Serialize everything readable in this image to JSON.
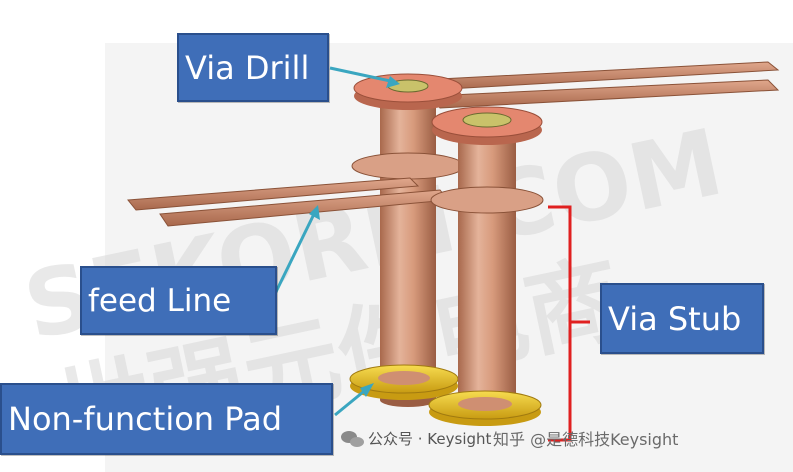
{
  "labels": {
    "via_drill": "Via Drill",
    "feed_line": "feed Line",
    "via_stub": "Via Stub",
    "non_function_pad": "Non-function Pad"
  },
  "watermarks": {
    "background": "SEKORM.COM 世强元件电商",
    "wechat_account": "公众号 · Keysight",
    "zhihu_account": "知乎 @是德科技Keysight"
  },
  "colors": {
    "callout_fill": "#3f6eb8",
    "copper": "#c98b6b",
    "pad_top": "#d9836e",
    "non_function_pad": "#e8c020",
    "stub_bracket": "#e02020",
    "pointer": "#3aa6c0"
  }
}
